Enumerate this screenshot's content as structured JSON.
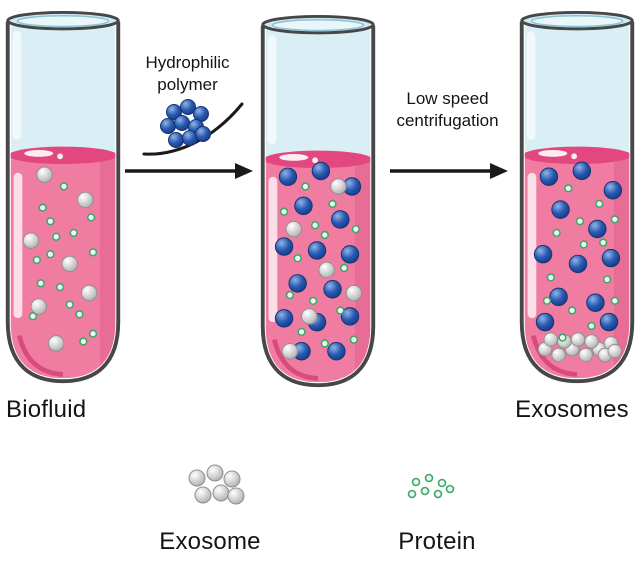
{
  "labels": {
    "biofluid": "Biofluid",
    "exosomes": "Exosomes",
    "arrow1_line1": "Hydrophilic",
    "arrow1_line2": "polymer",
    "arrow2_line1": "Low speed",
    "arrow2_line2": "centrifugation"
  },
  "legend": {
    "exosome_label": "Exosome",
    "protein_label": "Protein"
  },
  "colors": {
    "liquid_pink": "#f07da1",
    "meniscus_pink": "#e2487f",
    "tube_air_blue": "#d9eef5",
    "tube_outline": "#474747",
    "polymer_blue": "#2a5ab2",
    "exosome_gray": "#c6c6c6",
    "protein_green": "#3fa56b",
    "arrow_black": "#1a1a1a"
  },
  "tubes": [
    {
      "name": "biofluid-tube",
      "polymer": [],
      "exosomes": [
        [
          46,
          172
        ],
        [
          88,
          198
        ],
        [
          32,
          240
        ],
        [
          72,
          264
        ],
        [
          92,
          294
        ],
        [
          40,
          308
        ],
        [
          58,
          346
        ]
      ],
      "pellet": [],
      "proteins": [
        [
          66,
          184
        ],
        [
          44,
          206
        ],
        [
          94,
          216
        ],
        [
          52,
          220
        ],
        [
          76,
          232
        ],
        [
          96,
          252
        ],
        [
          38,
          260
        ],
        [
          58,
          236
        ],
        [
          62,
          288
        ],
        [
          34,
          318
        ],
        [
          82,
          316
        ],
        [
          96,
          336
        ],
        [
          52,
          254
        ],
        [
          72,
          306
        ],
        [
          86,
          344
        ],
        [
          42,
          284
        ]
      ]
    },
    {
      "name": "polymer-mixed-tube",
      "polymer": [
        [
          34,
          170
        ],
        [
          68,
          164
        ],
        [
          100,
          180
        ],
        [
          50,
          200
        ],
        [
          88,
          214
        ],
        [
          30,
          242
        ],
        [
          64,
          246
        ],
        [
          98,
          250
        ],
        [
          44,
          280
        ],
        [
          80,
          286
        ],
        [
          30,
          316
        ],
        [
          64,
          320
        ],
        [
          98,
          314
        ],
        [
          48,
          350
        ],
        [
          84,
          350
        ]
      ],
      "exosomes": [
        [
          86,
          180
        ],
        [
          40,
          224
        ],
        [
          74,
          266
        ],
        [
          102,
          290
        ],
        [
          56,
          314
        ],
        [
          36,
          350
        ]
      ],
      "pellet": [],
      "proteins": [
        [
          52,
          180
        ],
        [
          80,
          198
        ],
        [
          104,
          224
        ],
        [
          30,
          206
        ],
        [
          72,
          230
        ],
        [
          92,
          264
        ],
        [
          44,
          254
        ],
        [
          36,
          292
        ],
        [
          60,
          298
        ],
        [
          88,
          308
        ],
        [
          48,
          330
        ],
        [
          72,
          342
        ],
        [
          102,
          338
        ],
        [
          62,
          220
        ]
      ]
    },
    {
      "name": "centrifuged-tube",
      "polymer": [
        [
          36,
          174
        ],
        [
          70,
          168
        ],
        [
          102,
          188
        ],
        [
          48,
          208
        ],
        [
          86,
          228
        ],
        [
          30,
          254
        ],
        [
          66,
          264
        ],
        [
          100,
          258
        ],
        [
          46,
          298
        ],
        [
          84,
          304
        ],
        [
          32,
          324
        ],
        [
          98,
          324
        ]
      ],
      "exosomes": [],
      "pellet": [
        [
          32,
          352
        ],
        [
          46,
          358
        ],
        [
          60,
          352
        ],
        [
          74,
          358
        ],
        [
          88,
          352
        ],
        [
          100,
          346
        ],
        [
          38,
          342
        ],
        [
          52,
          344
        ],
        [
          66,
          342
        ],
        [
          80,
          344
        ],
        [
          94,
          358
        ],
        [
          104,
          354
        ]
      ],
      "proteins": [
        [
          56,
          186
        ],
        [
          88,
          202
        ],
        [
          104,
          218
        ],
        [
          44,
          232
        ],
        [
          72,
          244
        ],
        [
          96,
          280
        ],
        [
          38,
          278
        ],
        [
          60,
          312
        ],
        [
          80,
          328
        ],
        [
          50,
          340
        ],
        [
          104,
          302
        ],
        [
          68,
          220
        ],
        [
          92,
          242
        ],
        [
          34,
          302
        ]
      ]
    }
  ],
  "polymer_cluster": [
    [
      36,
      16
    ],
    [
      50,
      11
    ],
    [
      63,
      18
    ],
    [
      30,
      30
    ],
    [
      44,
      27
    ],
    [
      58,
      31
    ],
    [
      38,
      44
    ],
    [
      52,
      42
    ],
    [
      65,
      38
    ]
  ],
  "legend_clusters": {
    "exosome": [
      [
        22,
        16
      ],
      [
        40,
        11
      ],
      [
        57,
        17
      ],
      [
        28,
        33
      ],
      [
        46,
        31
      ],
      [
        61,
        34
      ]
    ],
    "protein": [
      [
        12,
        12
      ],
      [
        25,
        8
      ],
      [
        38,
        13
      ],
      [
        8,
        24
      ],
      [
        21,
        21
      ],
      [
        34,
        24
      ],
      [
        46,
        19
      ]
    ]
  }
}
